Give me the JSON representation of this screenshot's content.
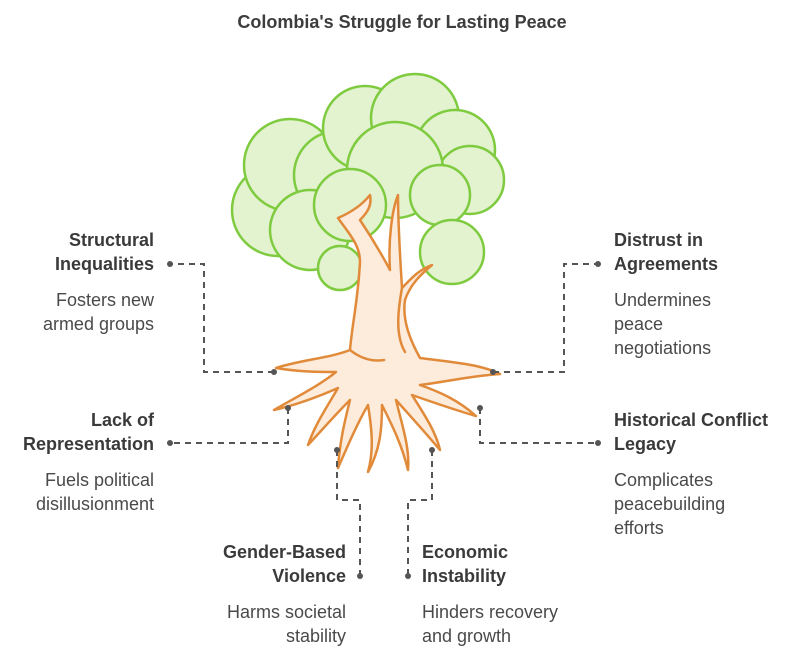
{
  "title": "Colombia's Struggle for Lasting Peace",
  "colors": {
    "leaf_fill": "#e3f2cf",
    "leaf_stroke": "#7ecb3f",
    "trunk_fill": "#fdebdc",
    "trunk_stroke": "#e08a3a",
    "connector": "#555555"
  },
  "items": {
    "structural": {
      "title": [
        "Structural",
        "Inequalities"
      ],
      "desc": [
        "Fosters new",
        "armed groups"
      ]
    },
    "representation": {
      "title": [
        "Lack of",
        "Representation"
      ],
      "desc": [
        "Fuels political",
        "disillusionment"
      ]
    },
    "gender": {
      "title": [
        "Gender-Based",
        "Violence"
      ],
      "desc": [
        "Harms societal",
        "stability"
      ]
    },
    "distrust": {
      "title": [
        "Distrust in",
        "Agreements"
      ],
      "desc": [
        "Undermines",
        "peace",
        "negotiations"
      ]
    },
    "historical": {
      "title": [
        "Historical Conflict",
        "Legacy"
      ],
      "desc": [
        "Complicates",
        "peacebuilding",
        "efforts"
      ]
    },
    "economic": {
      "title": [
        "Economic",
        "Instability"
      ],
      "desc": [
        "Hinders recovery",
        "and growth"
      ]
    }
  }
}
